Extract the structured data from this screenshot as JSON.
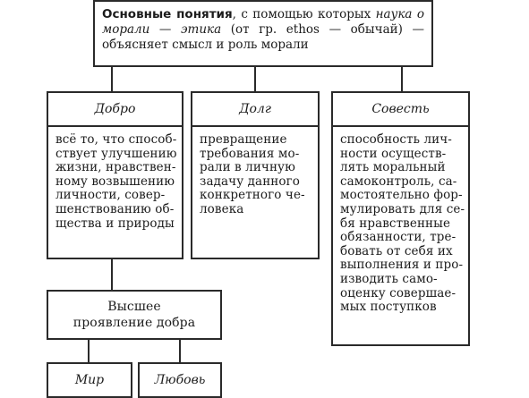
{
  "top": {
    "bold": "Основные понятия",
    "plain1": ", с помощью которых ",
    "italic1": "наука о морали",
    "dash": " — ",
    "italic2": "этика",
    "plain2": " (от гр. ethos — обычай) — объясняет смысл и роль морали"
  },
  "columns": {
    "dobro": {
      "title": "Добро",
      "text": "всё то, что способ-\nствует улучшению\nжизни, нравствен-\nному возвышению\nличности, совер-\nшенствованию об-\nщества и природы"
    },
    "dolg": {
      "title": "Долг",
      "text": "превращение\nтребования мо-\nрали в личную\nзадачу данного\nконкретного че-\nловека"
    },
    "sovest": {
      "title": "Совесть",
      "text": "способность лич-\nности осуществ-\nлять моральный\nсамоконтроль, са-\nмостоятельно фор-\nмулировать для се-\nбя нравственные\nобязанности, тре-\nбовать от себя их\nвыполнения и про-\nизводить само-\nоценку совершае-\nмых поступков"
    }
  },
  "highest": {
    "text": "Высшее\nпроявление добра"
  },
  "sub": {
    "mir": "Мир",
    "lubov": "Любовь"
  }
}
